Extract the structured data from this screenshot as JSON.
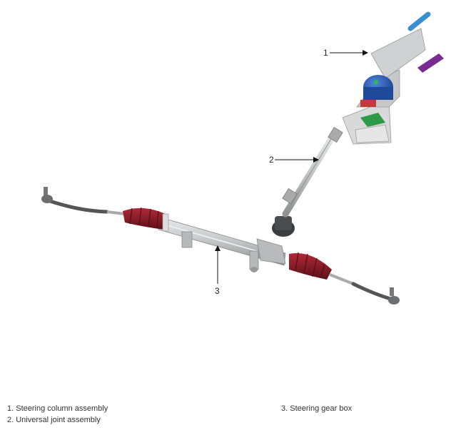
{
  "callouts": [
    {
      "number": "1"
    },
    {
      "number": "2"
    },
    {
      "number": "3"
    }
  ],
  "legend": {
    "left": [
      "1. Steering column assembly",
      "2. Universal joint assembly"
    ],
    "right": [
      "3. Steering gear box"
    ]
  },
  "colors": {
    "boot": "#8b1a26",
    "rack": "#c9cacb",
    "motor": "#2a5fb8",
    "lever": "#7a2a93",
    "shaft_end": "#3a8fd0",
    "line": "#111111"
  }
}
